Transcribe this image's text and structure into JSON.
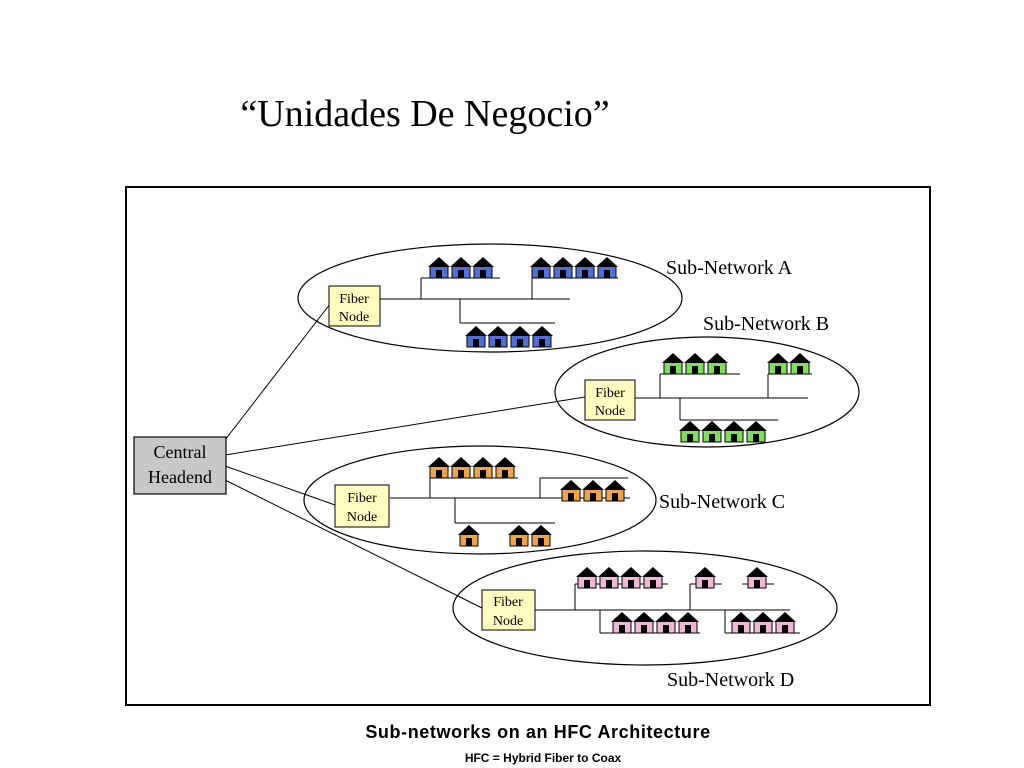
{
  "title": "“Unidades De Negocio”",
  "headend": {
    "line1": "Central",
    "line2": "Headend"
  },
  "fiber_node": {
    "line1": "Fiber",
    "line2": "Node"
  },
  "subnetworks": [
    {
      "name": "Sub-Network A",
      "house_color": "#4f6fd6"
    },
    {
      "name": "Sub-Network B",
      "house_color": "#7ee05a"
    },
    {
      "name": "Sub-Network C",
      "house_color": "#f0a34a"
    },
    {
      "name": "Sub-Network D",
      "house_color": "#f2b6d8"
    }
  ],
  "colors": {
    "headend_fill": "#c8c8c8",
    "node_fill": "#fffcc0",
    "roof": "#000000"
  },
  "caption": "Sub-networks on an HFC Architecture",
  "subcaption": "HFC = Hybrid Fiber to Coax"
}
